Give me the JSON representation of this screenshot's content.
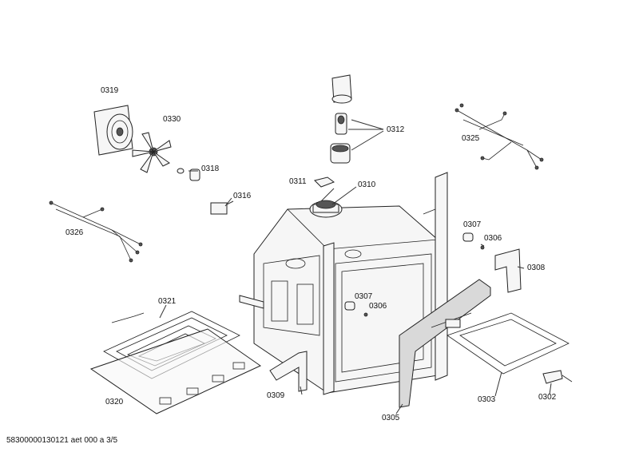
{
  "labels": {
    "p0319": "0319",
    "p0330": "0330",
    "p0318": "0318",
    "p0316": "0316",
    "p0311": "0311",
    "p0310": "0310",
    "p0312": "0312",
    "p0325": "0325",
    "p0326": "0326",
    "p0307a": "0307",
    "p0306a": "0306",
    "p0308": "0308",
    "p0307b": "0307",
    "p0306b": "0306",
    "p0321": "0321",
    "p0320": "0320",
    "p0309": "0309",
    "p0305": "0305",
    "p0303": "0303",
    "p0302": "0302"
  },
  "footer": "58300000130121 aet 000 a 3/5"
}
